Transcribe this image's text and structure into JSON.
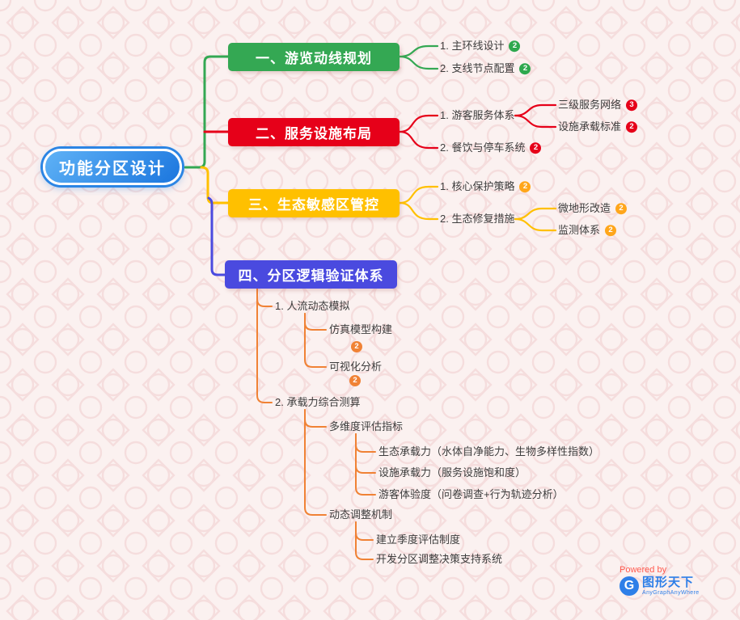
{
  "root": {
    "label": "功能分区设计"
  },
  "branches": [
    {
      "label": "一、游览动线规划",
      "color": "#34a853",
      "children": [
        {
          "label": "1. 主环线设计",
          "badge": "2"
        },
        {
          "label": "2. 支线节点配置",
          "badge": "2"
        }
      ]
    },
    {
      "label": "二、服务设施布局",
      "color": "#e60019",
      "children": [
        {
          "label": "1. 游客服务体系",
          "children": [
            {
              "label": "三级服务网络",
              "badge": "3"
            },
            {
              "label": "设施承载标准",
              "badge": "2"
            }
          ]
        },
        {
          "label": "2. 餐饮与停车系统",
          "badge": "2"
        }
      ]
    },
    {
      "label": "三、生态敏感区管控",
      "color": "#ffc000",
      "children": [
        {
          "label": "1. 核心保护策略",
          "badge": "2"
        },
        {
          "label": "2. 生态修复措施",
          "children": [
            {
              "label": "微地形改造",
              "badge": "2"
            },
            {
              "label": "监测体系",
              "badge": "2"
            }
          ]
        }
      ]
    },
    {
      "label": "四、分区逻辑验证体系",
      "color": "#4a4adf",
      "children": [
        {
          "label": "1. 人流动态模拟",
          "children": [
            {
              "label": "仿真模型构建",
              "badge": "2"
            },
            {
              "label": "可视化分析",
              "badge": "2"
            }
          ]
        },
        {
          "label": "2. 承载力综合测算",
          "children": [
            {
              "label": "多维度评估指标",
              "children": [
                {
                  "label": "生态承载力（水体自净能力、生物多样性指数）"
                },
                {
                  "label": "设施承载力（服务设施饱和度）"
                },
                {
                  "label": "游客体验度（问卷调查+行为轨迹分析）"
                }
              ]
            },
            {
              "label": "动态调整机制",
              "children": [
                {
                  "label": "建立季度评估制度"
                },
                {
                  "label": "开发分区调整决策支持系统"
                }
              ]
            }
          ]
        }
      ]
    }
  ],
  "colors": {
    "root_ring": "#2b85e4",
    "subtree_line_orange": "#f08235",
    "background": "#fbf1f0",
    "pattern": "#f4d9d8"
  },
  "watermark": {
    "powered_by": "Powered by",
    "logo_letter": "G",
    "brand": "图形天下",
    "subtitle": "AnyGraphAnyWhere"
  }
}
